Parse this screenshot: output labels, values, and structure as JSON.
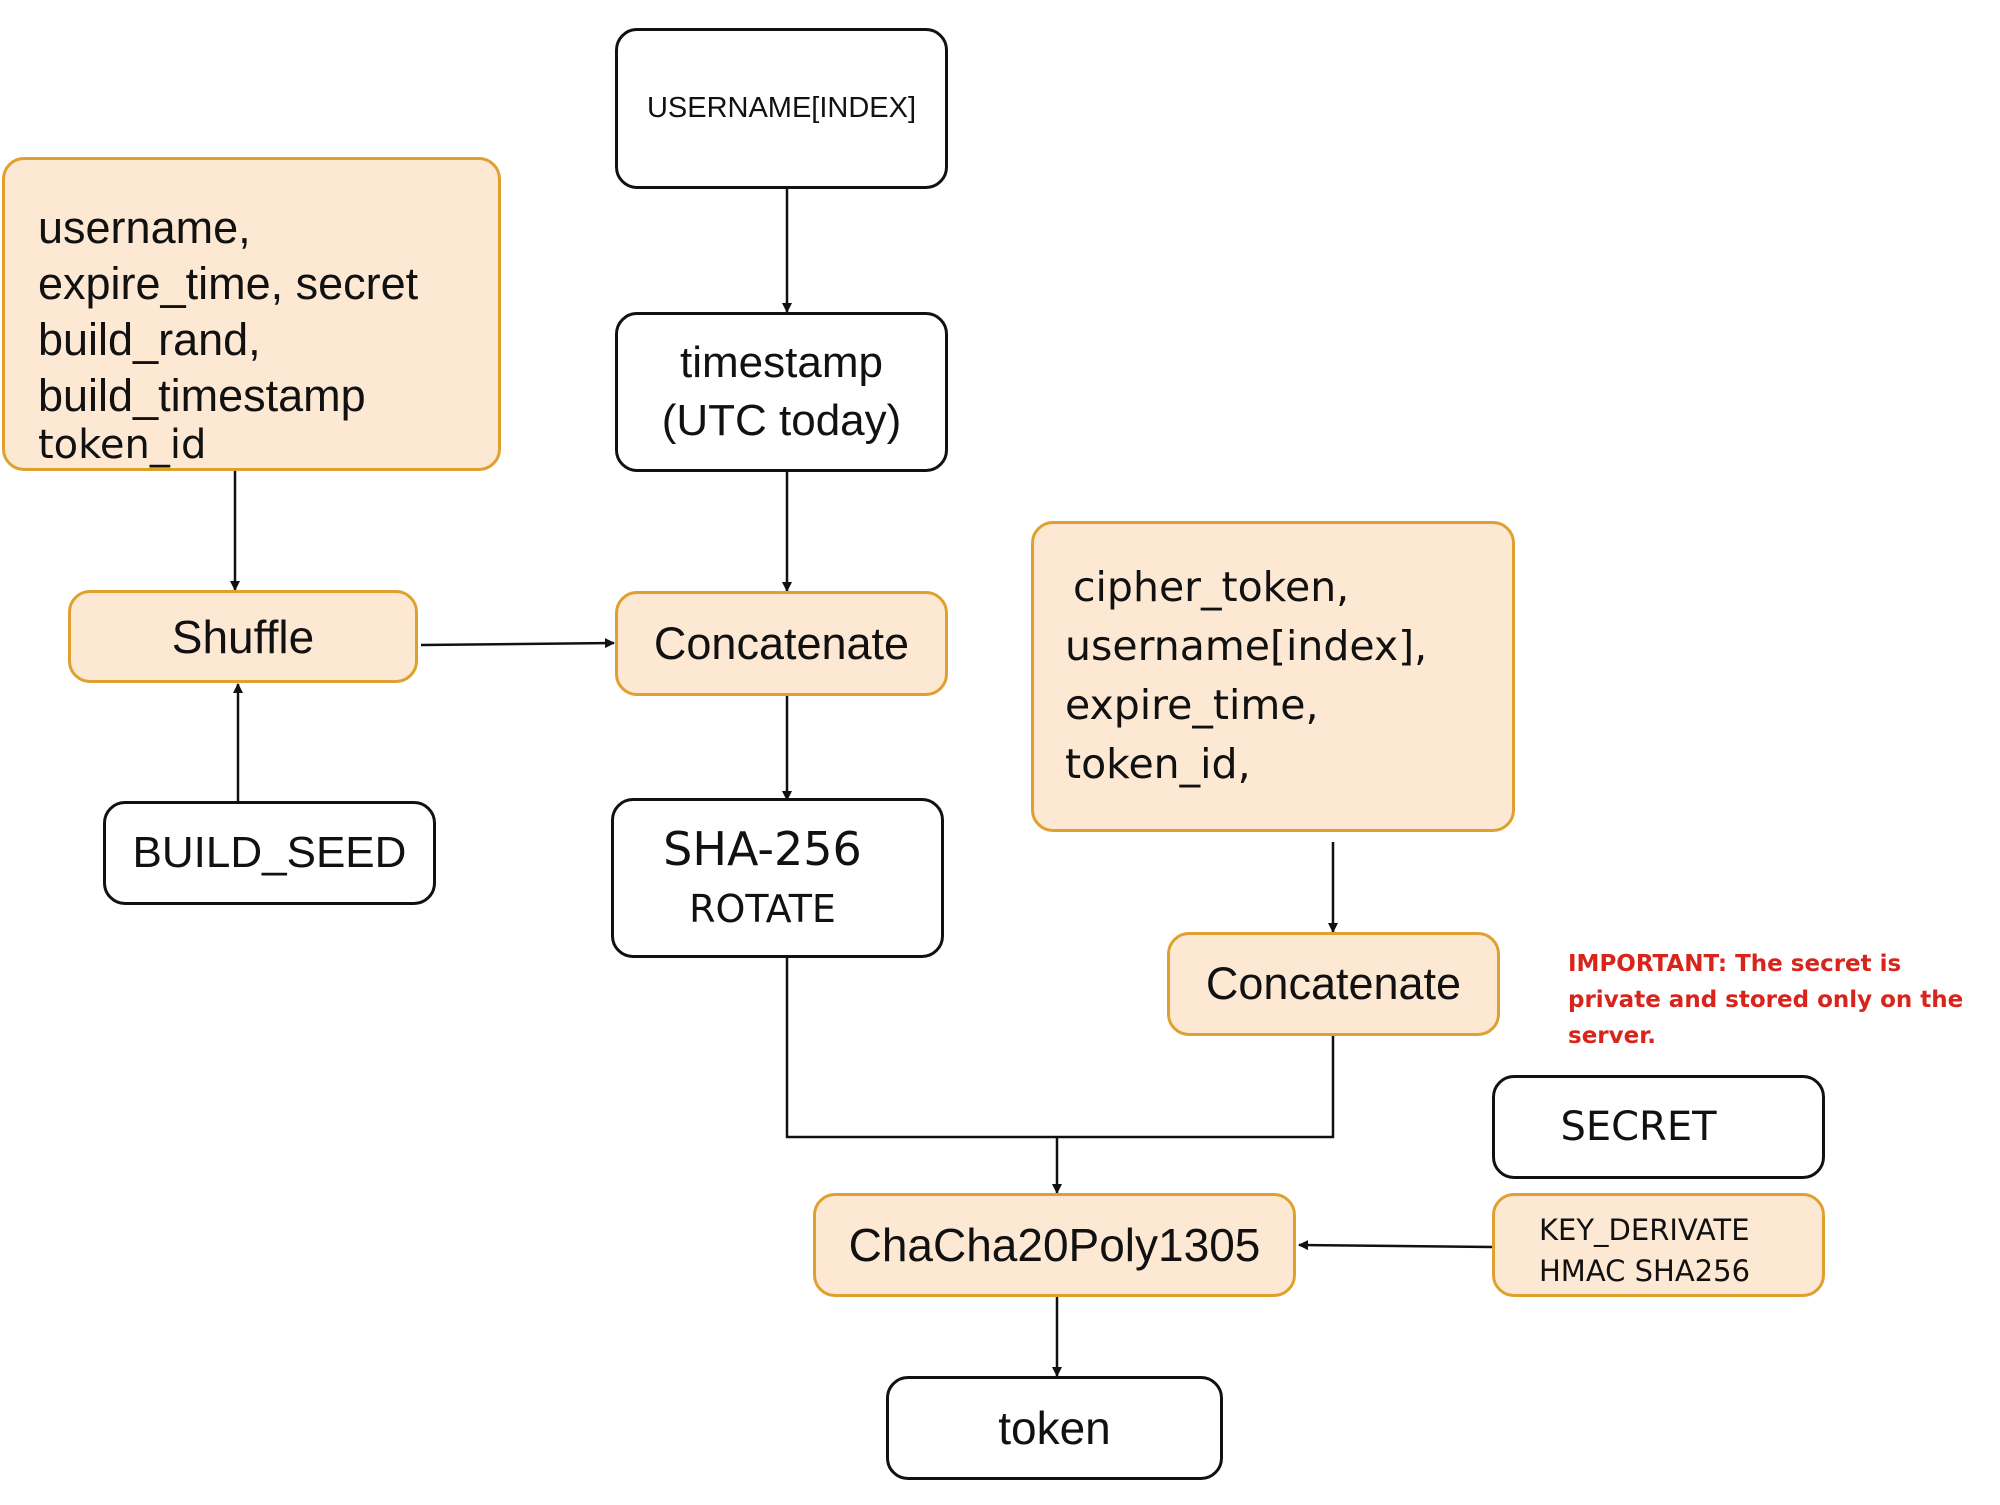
{
  "nodes": {
    "username_index": "USERNAME[INDEX]",
    "token_fields": {
      "lines": [
        "username,",
        "expire_time, secret",
        "build_rand,",
        "build_timestamp"
      ],
      "last_line": "token_id"
    },
    "timestamp": {
      "line1": "timestamp",
      "line2": "(UTC today)"
    },
    "shuffle": "Shuffle",
    "concatenate_top": "Concatenate",
    "build_seed": "BUILD_SEED",
    "sha": {
      "line1": "SHA-256",
      "line2": "ROTATE"
    },
    "cipher_fields": [
      "cipher_token,",
      "username[index],",
      "expire_time,",
      "token_id,"
    ],
    "concatenate_right": "Concatenate",
    "secret": "SECRET",
    "key_derive": {
      "line1": "KEY_DERIVATE",
      "line2": "HMAC SHA256"
    },
    "chacha": "ChaCha20Poly1305",
    "token": "token"
  },
  "note": {
    "lines": [
      "IMPORTANT: The secret is",
      "private and stored only on the",
      "server."
    ]
  },
  "colors": {
    "process_fill": "#fde9d3",
    "process_border": "#e0a030",
    "plain_border": "#111111",
    "note_text": "#d9241c"
  }
}
